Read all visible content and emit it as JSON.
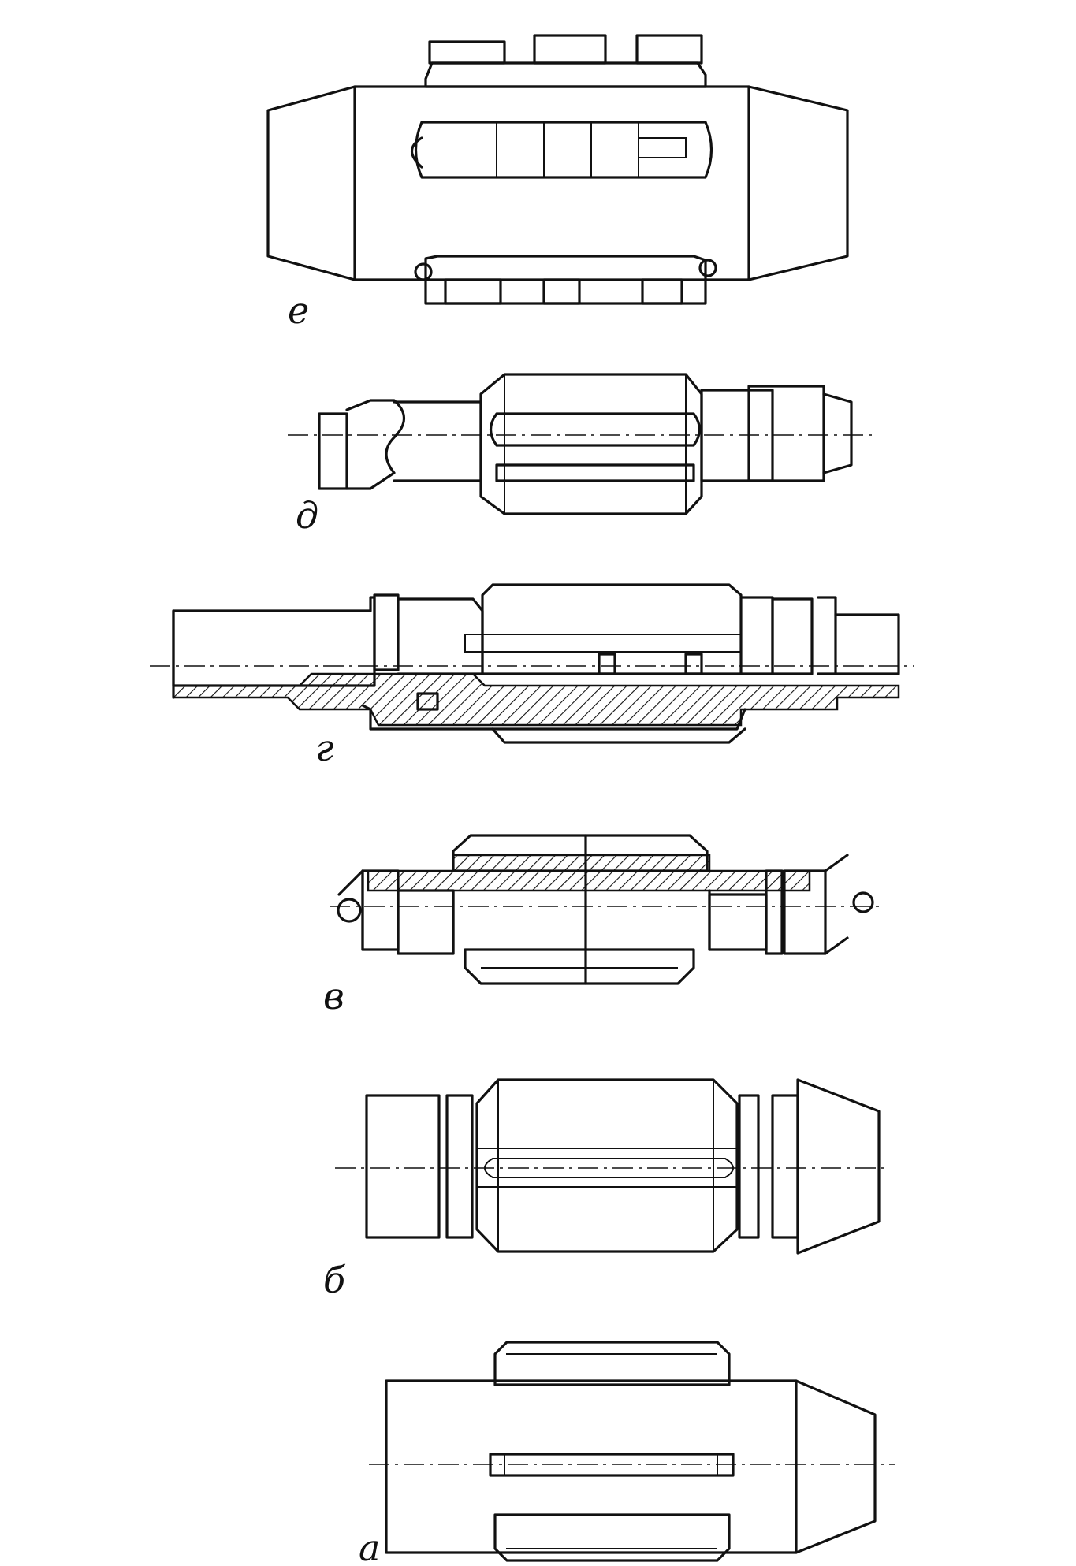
{
  "figure": {
    "labels": {
      "a": "а",
      "b": "б",
      "v": "в",
      "g": "г",
      "d": "д",
      "e": "е"
    },
    "line_color": "#111111",
    "background": "#ffffff"
  }
}
